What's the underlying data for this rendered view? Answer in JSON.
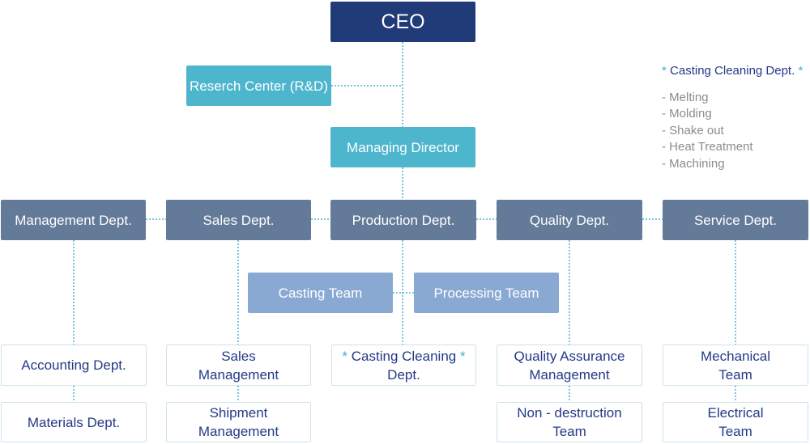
{
  "nodes": {
    "ceo": "CEO",
    "rnd": "Reserch Center (R&D)",
    "md": "Managing Director",
    "management": "Management Dept.",
    "sales": "Sales Dept.",
    "production": "Production Dept.",
    "quality": "Quality Dept.",
    "service": "Service Dept.",
    "casting_team": "Casting Team",
    "processing_team": "Processing Team",
    "accounting": "Accounting Dept.",
    "materials": "Materials Dept.",
    "sales_mgmt": [
      "Sales",
      "Management"
    ],
    "shipment_mgmt": [
      "Shipment",
      "Management"
    ],
    "casting_cleaning": [
      "Casting Cleaning",
      "Dept."
    ],
    "qa_mgmt": [
      "Quality Assurance",
      "Management"
    ],
    "ndt_team": [
      "Non - destruction",
      "Team"
    ],
    "mechanical_team": [
      "Mechanical",
      "Team"
    ],
    "electrical_team": [
      "Electrical",
      "Team"
    ]
  },
  "asterisk": "*",
  "note": {
    "title": "Casting Cleaning Dept.",
    "items": [
      "- Melting",
      "- Molding",
      "- Shake out",
      "- Heat Treatment",
      "- Machining"
    ]
  },
  "colors": {
    "ceo": "#213a78",
    "cyan": "#4db6cd",
    "dept": "#647a99",
    "team": "#8aa9d2",
    "leaf_text": "#233a87",
    "connector": "#4db6cd"
  }
}
